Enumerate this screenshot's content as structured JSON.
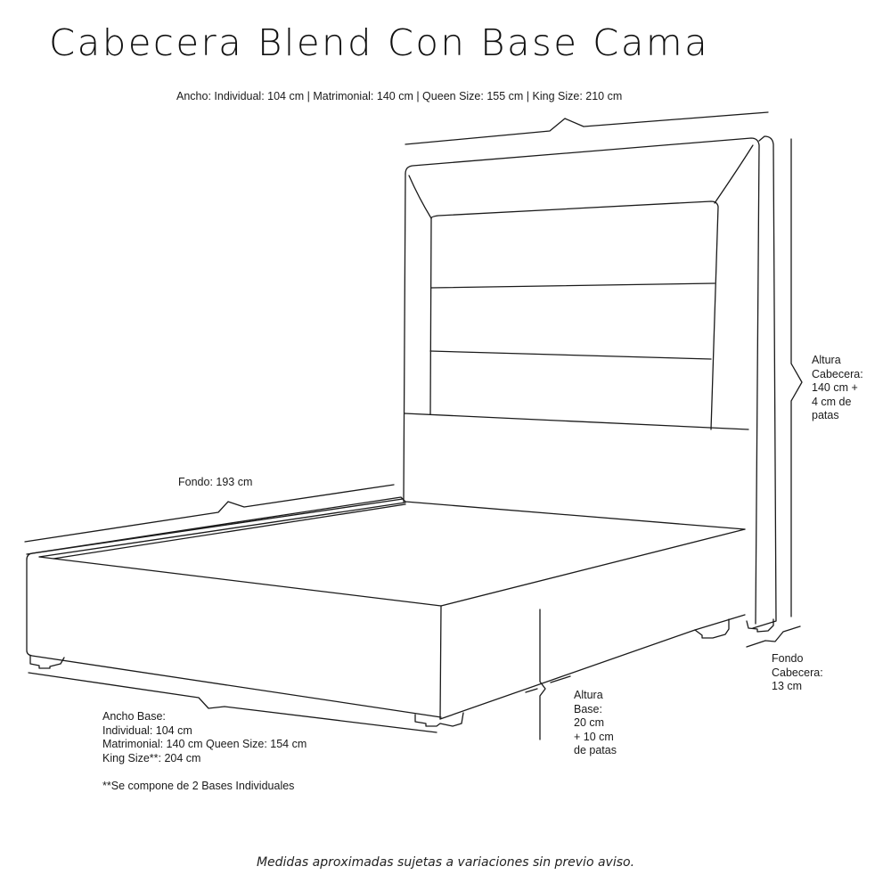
{
  "title": "Cabecera Blend Con Base Cama",
  "dimensions": {
    "headboard_width": "Ancho: Individual: 104 cm | Matrimonial: 140 cm | Queen Size: 155 cm | King Size: 210 cm",
    "depth": "Fondo: 193 cm",
    "headboard_height": {
      "lines": [
        "Altura",
        "Cabecera:",
        "140 cm +",
        "4 cm de",
        "patas"
      ]
    },
    "headboard_depth": {
      "lines": [
        "Fondo",
        "Cabecera:",
        "13 cm"
      ]
    },
    "base_height": {
      "lines": [
        "Altura",
        "Base:",
        "20 cm",
        "+ 10 cm",
        "de patas"
      ]
    },
    "base_width": {
      "lines": [
        "Ancho Base:",
        "Individual: 104 cm",
        "Matrimonial: 140 cm Queen Size: 154 cm",
        "King Size**: 204 cm"
      ]
    },
    "note": "**Se compone de 2 Bases Individuales"
  },
  "disclaimer": "Medidas aproximadas sujetas a variaciones sin previo aviso.",
  "colors": {
    "line": "#1a1a1a",
    "background": "#ffffff"
  }
}
